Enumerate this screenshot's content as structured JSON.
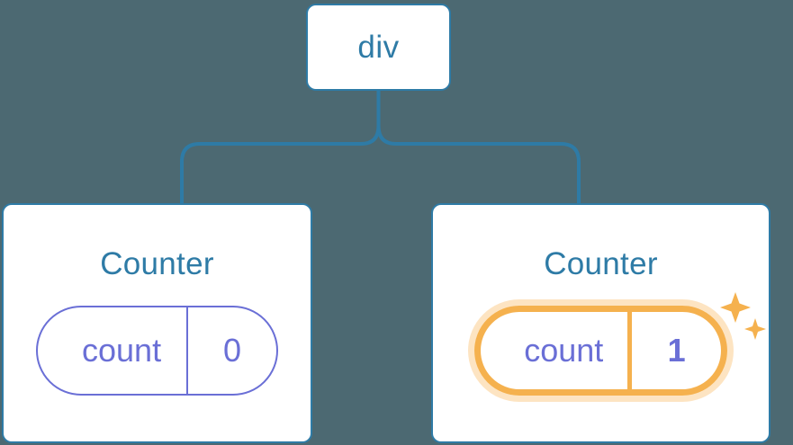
{
  "diagram": {
    "type": "component-tree",
    "background_color": "#4c6972",
    "node_border_color": "#2e7ba6",
    "node_text_color": "#2e7ba6",
    "state_color": "#6a6fd6",
    "highlight_color": "#f5b14e",
    "highlight_glow_color": "#fbdfb0",
    "root": {
      "label": "div"
    },
    "children": [
      {
        "title": "Counter",
        "state": {
          "key": "count",
          "value": "0",
          "highlighted": false
        }
      },
      {
        "title": "Counter",
        "state": {
          "key": "count",
          "value": "1",
          "highlighted": true,
          "sparkle_count": 2
        }
      }
    ]
  }
}
